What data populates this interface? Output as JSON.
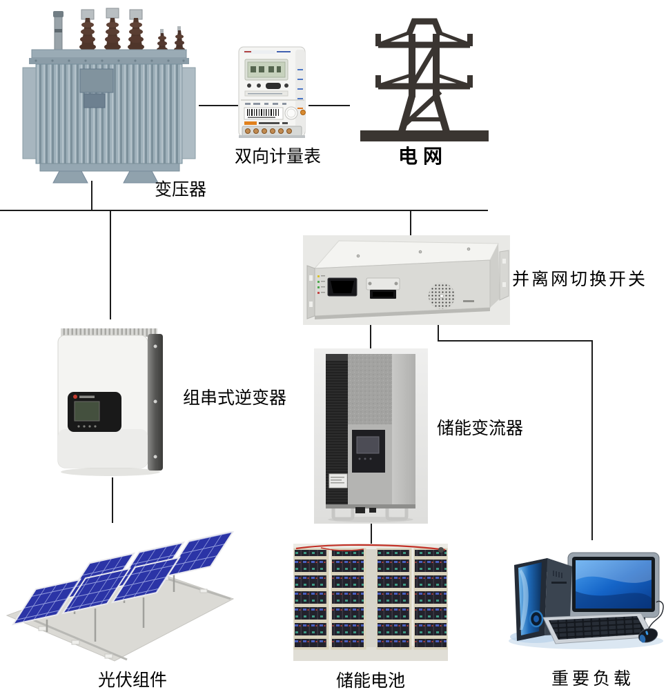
{
  "diagram_type": "pv-energy-storage-microgrid-topology",
  "nodes": {
    "transformer": {
      "label": "变压器"
    },
    "meter": {
      "label": "双向计量表"
    },
    "grid": {
      "label": "电网"
    },
    "transfer_switch": {
      "label": "并离网切换开关"
    },
    "string_inverter": {
      "label": "组串式逆变器"
    },
    "storage_converter": {
      "label": "储能变流器"
    },
    "pv_modules": {
      "label": "光伏组件"
    },
    "storage_battery": {
      "label": "储能电池"
    },
    "critical_load": {
      "label": "重要负载"
    }
  },
  "edges": [
    {
      "from": "transformer",
      "to": "meter"
    },
    {
      "from": "meter",
      "to": "grid"
    },
    {
      "from": "transformer",
      "to": "bus"
    },
    {
      "from": "bus",
      "to": "string_inverter"
    },
    {
      "from": "bus",
      "to": "transfer_switch"
    },
    {
      "from": "string_inverter",
      "to": "pv_modules"
    },
    {
      "from": "transfer_switch",
      "to": "storage_converter"
    },
    {
      "from": "transfer_switch",
      "to": "critical_load"
    },
    {
      "from": "storage_converter",
      "to": "storage_battery"
    }
  ],
  "images": {
    "transformer": "oil-immersed-transformer-photo",
    "meter": "smart-energy-meter-photo",
    "grid": "transmission-tower-icon",
    "transfer_switch": "rack-mount-switch-photo",
    "string_inverter": "wall-mount-inverter-photo",
    "storage_converter": "storage-converter-cabinet-photo",
    "pv_modules": "solar-panel-array-photo",
    "storage_battery": "battery-rack-photo",
    "critical_load": "desktop-computer-clipart"
  },
  "colors": {
    "connector_line": "#1b1b1b",
    "label_text": "#000000",
    "grid_icon": "#3a3531",
    "pv_panel_blue": "#2b34a6",
    "transformer_gray": "#9eb0ba",
    "equipment_panel_gray": "#dadad6",
    "screen_blue": "#1565c8"
  }
}
